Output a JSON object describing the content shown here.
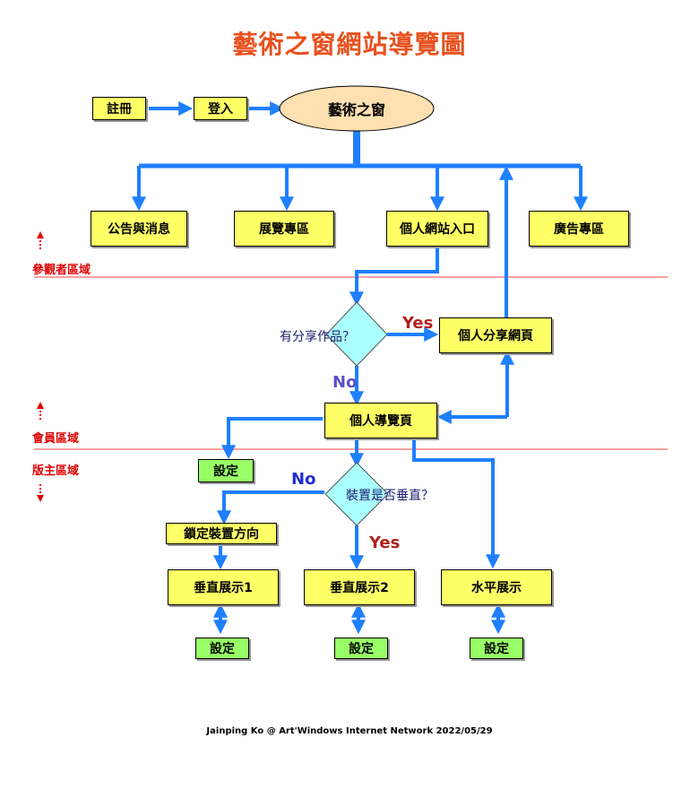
{
  "title": "藝術之窗網站導覽圖",
  "nodes": {
    "register": "註冊",
    "login": "登入",
    "home": "藝術之窗",
    "news": "公告與消息",
    "exhibit": "展覽專區",
    "personal_entry": "個人網站入口",
    "ads": "廣告專區",
    "q_share": "有分享作品？",
    "share_page": "個人分享網頁",
    "guide": "個人導覽頁",
    "settings_guide": "設定",
    "q_vertical": "裝置是否垂直？",
    "lock": "鎖定裝置方向",
    "v1": "垂直展示1",
    "v2": "垂直展示2",
    "h": "水平展示",
    "s1": "設定",
    "s2": "設定",
    "s3": "設定"
  },
  "labels": {
    "yes1": "Yes",
    "no1": "No",
    "no2": "No",
    "yes2": "Yes"
  },
  "zones": {
    "visitor": "參觀者區域",
    "member": "會員區域",
    "owner": "版主區域"
  },
  "colors": {
    "title": "#e8511e",
    "arrow": "#1e7fff",
    "zone_line": "#ff4040",
    "zone_text": "#e00000",
    "yes": "#b0201e",
    "no": "#5a4fc8",
    "box_yellow": "#ffff66",
    "box_green": "#99ff66",
    "ellipse": "#ffe0b0",
    "diamond": "#aaffff"
  },
  "footer": "Jainping Ko @ Art'Windows Internet Network 2022/05/29"
}
